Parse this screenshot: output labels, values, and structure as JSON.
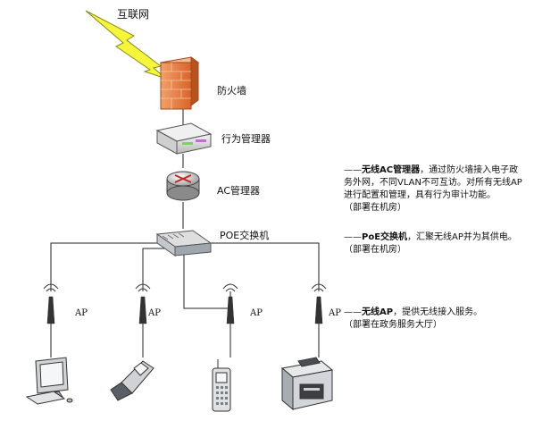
{
  "nodes": {
    "internet": "互联网",
    "firewall": "防火墙",
    "behavior_manager": "行为管理器",
    "ac_manager": "AC管理器",
    "poe_switch": "POE交换机",
    "ap_label": "AP"
  },
  "descriptions": {
    "ac": {
      "prefix": "——",
      "title": "无线AC管理器",
      "line1_rest": "，通过防火墙接入电子政",
      "line2": "务外网，不同VLAN不可互访。对所有无线AP",
      "line3": "进行配置和管理，具有行为审计功能。",
      "line4": "（部署在机房）"
    },
    "poe": {
      "prefix": "——",
      "title": "PoE交换机",
      "line1_rest": "，汇聚无线AP并为其供电。",
      "line2": "（部署在机房）"
    },
    "ap": {
      "prefix": "——",
      "title": "无线AP",
      "line1_rest": "，提供无线接入服务。",
      "line2": "（部署在政务服务大厅）"
    }
  }
}
